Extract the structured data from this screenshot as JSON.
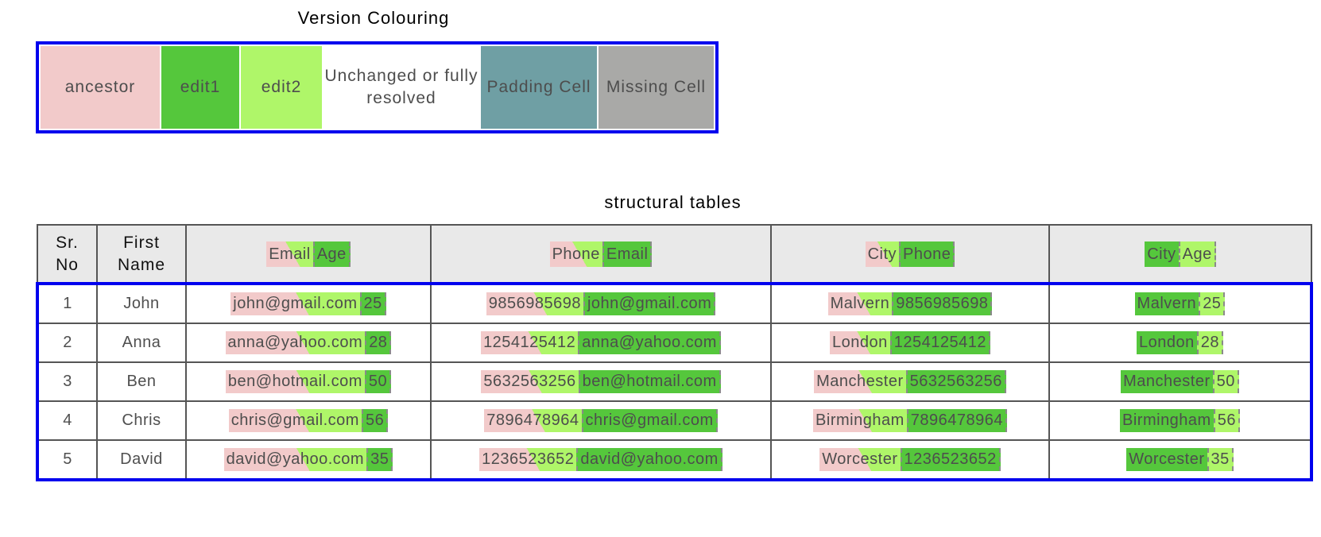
{
  "colors": {
    "frame_blue": "#0000ee",
    "ancestor_pink": "#f2caca",
    "edit1_green": "#55c73c",
    "edit2_light_green": "#aff669",
    "padding_teal": "#6f9fa4",
    "missing_gray": "#a9a9a7",
    "header_bg": "#e9e9e9",
    "grid_gray": "#555555",
    "dash_gray": "#8a8a8a"
  },
  "legend": {
    "title": "Version Colouring",
    "items": [
      {
        "key": "ancestor",
        "label": "ancestor",
        "color": "#f2caca"
      },
      {
        "key": "edit1",
        "label": "edit1",
        "color": "#55c73c"
      },
      {
        "key": "edit2",
        "label": "edit2",
        "color": "#aff669"
      },
      {
        "key": "unchanged",
        "label": "Unchanged or fully resolved",
        "color": "#ffffff"
      },
      {
        "key": "padding",
        "label": "Padding Cell",
        "color": "#6f9fa4"
      },
      {
        "key": "missing",
        "label": "Missing Cell",
        "color": "#a9a9a7"
      }
    ]
  },
  "table": {
    "title": "structural tables",
    "columns": [
      {
        "key": "sr",
        "header_lines": [
          "Sr.",
          "No"
        ],
        "variant": "plain"
      },
      {
        "key": "first_name",
        "header_lines": [
          "First",
          "Name"
        ],
        "variant": "plain"
      },
      {
        "key": "email_age",
        "header_parts": [
          "Email",
          "Age"
        ],
        "variant": "split"
      },
      {
        "key": "phone_email",
        "header_parts": [
          "Phone",
          "Email"
        ],
        "variant": "split"
      },
      {
        "key": "city_phone",
        "header_parts": [
          "City",
          "Phone"
        ],
        "variant": "split"
      },
      {
        "key": "city_age",
        "header_parts": [
          "City",
          "Age"
        ],
        "variant": "moved"
      }
    ],
    "rows": [
      [
        "1",
        "John",
        [
          "john@gmail.com",
          "25"
        ],
        [
          "9856985698",
          "john@gmail.com"
        ],
        [
          "Malvern",
          "9856985698"
        ],
        [
          "Malvern",
          "25"
        ]
      ],
      [
        "2",
        "Anna",
        [
          "anna@yahoo.com",
          "28"
        ],
        [
          "1254125412",
          "anna@yahoo.com"
        ],
        [
          "London",
          "1254125412"
        ],
        [
          "London",
          "28"
        ]
      ],
      [
        "3",
        "Ben",
        [
          "ben@hotmail.com",
          "50"
        ],
        [
          "5632563256",
          "ben@hotmail.com"
        ],
        [
          "Manchester",
          "5632563256"
        ],
        [
          "Manchester",
          "50"
        ]
      ],
      [
        "4",
        "Chris",
        [
          "chris@gmail.com",
          "56"
        ],
        [
          "7896478964",
          "chris@gmail.com"
        ],
        [
          "Birmingham",
          "7896478964"
        ],
        [
          "Birmingham",
          "56"
        ]
      ],
      [
        "5",
        "David",
        [
          "david@yahoo.com",
          "35"
        ],
        [
          "1236523652",
          "david@yahoo.com"
        ],
        [
          "Worcester",
          "1236523652"
        ],
        [
          "Worcester",
          "35"
        ]
      ]
    ]
  }
}
